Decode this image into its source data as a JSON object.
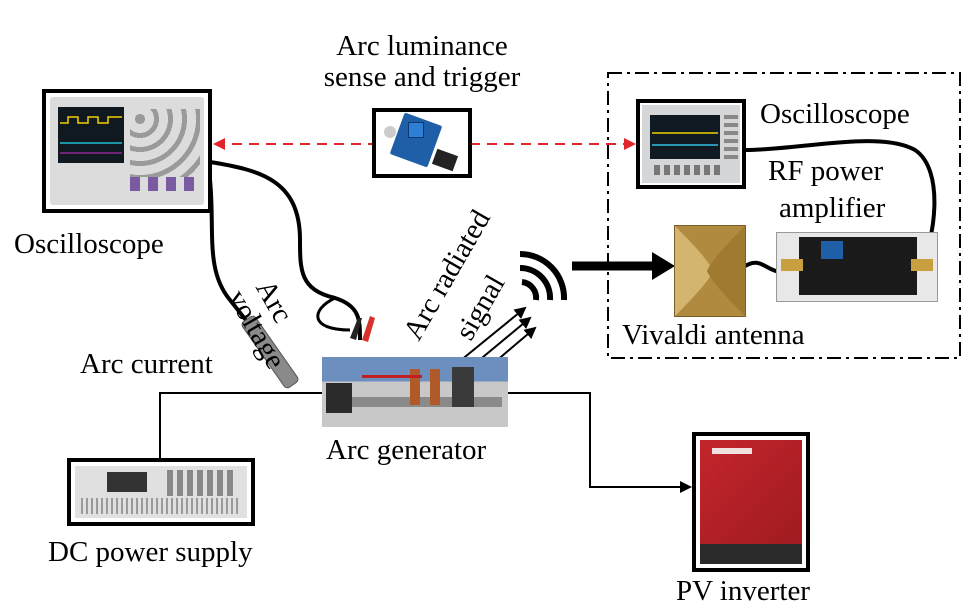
{
  "title": "",
  "labels": {
    "oscilloscope_left": "Oscilloscope",
    "luminance_line1": "Arc luminance",
    "luminance_line2": "sense and trigger",
    "oscilloscope_right": "Oscilloscope",
    "rf_line1": "RF power",
    "rf_line2": "amplifier",
    "radiated_line1": "Arc radiated",
    "radiated_line2": "signal",
    "arc_voltage_line1": "Arc",
    "arc_voltage_line2": "voltage",
    "arc_current": "Arc current",
    "vivaldi": "Vivaldi antenna",
    "arc_generator": "Arc generator",
    "dc_power": "DC power supply",
    "pv_inverter": "PV inverter"
  },
  "colors": {
    "trigger_line": "#e0252b",
    "probe_red": "#d6322a",
    "inverter_red": "#b51f26",
    "antenna_gold": "#b08a3e",
    "amplifier_blue": "#1f5fa8"
  },
  "icons": {
    "radio_waves": "radiated-signal-waves-icon"
  }
}
